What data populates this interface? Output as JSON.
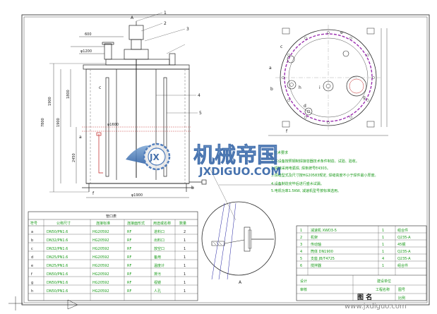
{
  "watermark": {
    "cn": "机械帝国",
    "en": "JXDIGUO.COM",
    "badge": "JX",
    "footer": "www.jxdiguo.com"
  },
  "elevation": {
    "callouts": [
      "A",
      "1",
      "2",
      "3",
      "4",
      "5"
    ],
    "nozzle_labels": [
      "c",
      "f",
      "a",
      "b"
    ],
    "dims_v": [
      "1900",
      "1900",
      "1800",
      "2450",
      "7800"
    ],
    "dims_h": [
      "φ1900",
      "600",
      "φ1600",
      "φ1200"
    ]
  },
  "plan": {
    "labels": [
      "a",
      "b",
      "c",
      "d",
      "e",
      "f",
      "g",
      "h",
      "i"
    ]
  },
  "detail": {
    "label": "A"
  },
  "notes": {
    "heading": "技术要求",
    "lines": [
      "1.本设备按照钢制焊接容器技术条件制造、试验、验收。",
      "2.焊接采用电弧焊, 焊条牌号E4303。",
      "3.焊缝型式及尺寸按HG20583规定, 焊缝高度不小于焊件最小厚度。",
      "4.设备制造完毕后进行盛水试漏。",
      "5.电机功率1.5KW, 减速机型号按标准选用。"
    ]
  },
  "nozzle_table": {
    "title": "管口表",
    "headers": [
      "符号",
      "公称尺寸",
      "连接标准",
      "连接面形式",
      "用途或名称",
      "数量"
    ],
    "rows": [
      [
        "a",
        "DN50/PN1.6",
        "HG20592",
        "RF",
        "进料口",
        "2"
      ],
      [
        "b",
        "DN32/PN1.6",
        "HG20592",
        "RF",
        "出料口",
        "1"
      ],
      [
        "c",
        "DN32/PN1.6",
        "HG20592",
        "RF",
        "放空口",
        "1"
      ],
      [
        "d",
        "DN25/PN1.6",
        "HG20592",
        "RF",
        "备用",
        "1"
      ],
      [
        "e",
        "DN25/PN1.6",
        "HG20592",
        "RF",
        "温度计",
        "1"
      ],
      [
        "f",
        "DN50/PN1.6",
        "HG20592",
        "RF",
        "排污",
        "1"
      ],
      [
        "g",
        "DN50/PN1.6",
        "HG20592",
        "RF",
        "视镜",
        "1"
      ],
      [
        "h",
        "DN50/PN1.6",
        "HG20592",
        "RF",
        "人孔",
        "1"
      ]
    ]
  },
  "title_block": {
    "rows": [
      [
        "1",
        "减速机 XWD3-5",
        "1",
        "组合件"
      ],
      [
        "2",
        "机架",
        "1",
        "Q235-A"
      ],
      [
        "3",
        "传动轴",
        "1",
        "45钢"
      ],
      [
        "4",
        "筒体 DN1900",
        "1",
        "Q235-A"
      ],
      [
        "5",
        "支座 JB/T4725",
        "4",
        "Q235-A"
      ],
      [
        "6",
        "搅拌器",
        "1",
        "组合件"
      ]
    ],
    "company": "建设单位",
    "project": "工程名称",
    "drawing_name": "图 名",
    "labels": [
      "设计",
      "审核",
      "图号",
      "比例"
    ]
  }
}
